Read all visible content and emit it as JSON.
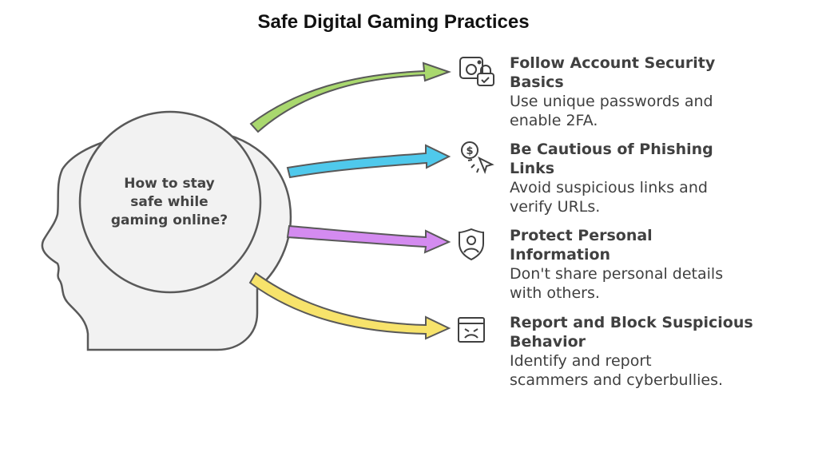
{
  "title": "Safe Digital Gaming Practices",
  "center": {
    "lines": [
      "How to stay",
      "safe while",
      "gaming online?"
    ]
  },
  "colors": {
    "arrow_green": "#a9d86e",
    "arrow_blue": "#4fc9ec",
    "arrow_purple": "#d48bf0",
    "arrow_yellow": "#f7e36b",
    "head_fill": "#f2f2f2",
    "outline": "#595959"
  },
  "items": [
    {
      "icon": "account-lock-icon",
      "title_lines": [
        "Follow Account Security",
        "Basics"
      ],
      "desc_lines": [
        "Use unique passwords and",
        "enable 2FA."
      ]
    },
    {
      "icon": "phishing-click-icon",
      "title_lines": [
        "Be Cautious of Phishing",
        "Links"
      ],
      "desc_lines": [
        "Avoid suspicious links and",
        "verify URLs."
      ]
    },
    {
      "icon": "shield-user-icon",
      "title_lines": [
        "Protect Personal",
        "Information"
      ],
      "desc_lines": [
        "Don't share personal details",
        "with others."
      ]
    },
    {
      "icon": "angry-window-icon",
      "title_lines": [
        "Report and Block Suspicious",
        "Behavior"
      ],
      "desc_lines": [
        "Identify and report",
        "scammers and cyberbullies."
      ]
    }
  ]
}
